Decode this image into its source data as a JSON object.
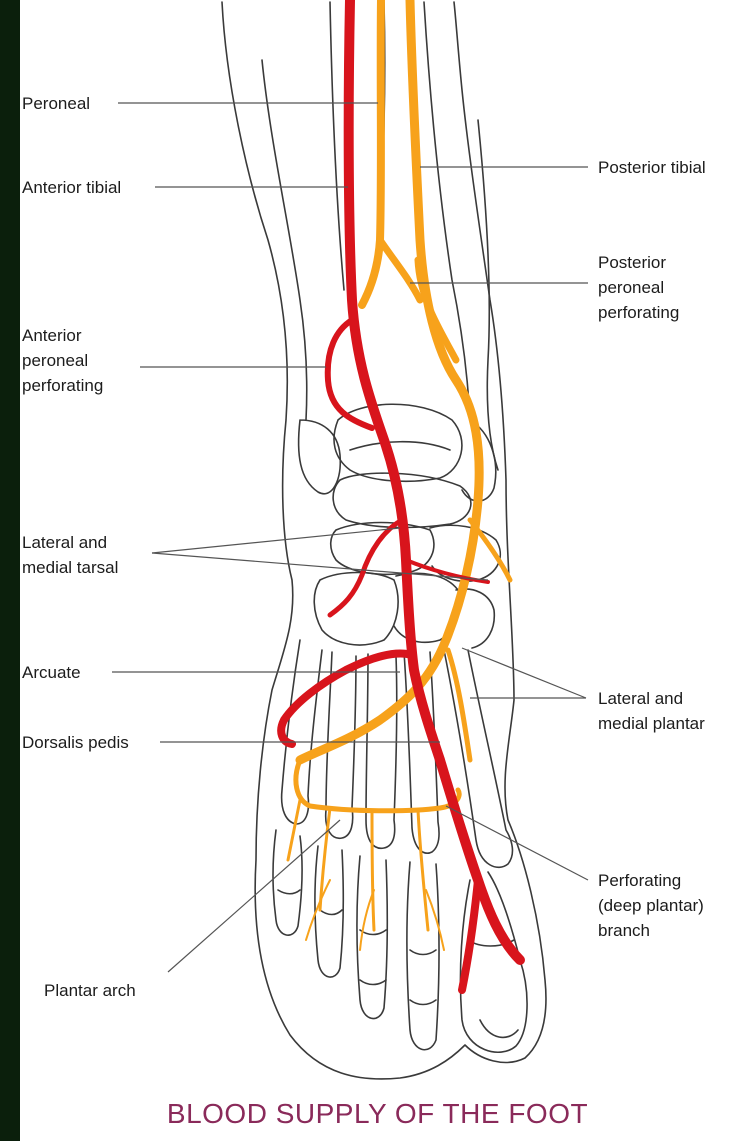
{
  "title": "BLOOD SUPPLY OF THE FOOT",
  "colors": {
    "artery": "#d8141c",
    "vein": "#f7a21b",
    "outline": "#3a3a3a",
    "background_panel": "#ffffff",
    "side_bar": "#0b1f0c",
    "title": "#8a2a5a"
  },
  "labels": {
    "peroneal": "Peroneal",
    "anterior_tibial": "Anterior tibial",
    "posterior_tibial": "Posterior tibial",
    "posterior_peroneal_perforating": "Posterior\nperoneal\nperforating",
    "anterior_peroneal_perforating": "Anterior\nperoneal\nperforating",
    "lateral_medial_tarsal": "Lateral and\nmedial tarsal",
    "arcuate": "Arcuate",
    "lateral_medial_plantar": "Lateral and\nmedial plantar",
    "dorsalis_pedis": "Dorsalis pedis",
    "perforating_deep_plantar": "Perforating\n(deep plantar)\nbranch",
    "plantar_arch": "Plantar arch"
  }
}
